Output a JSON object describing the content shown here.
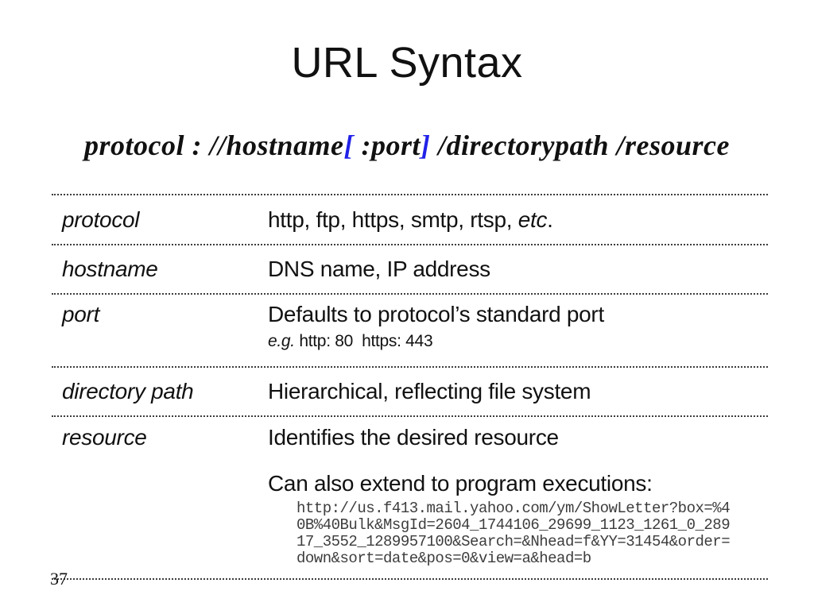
{
  "slide": {
    "title": "URL Syntax",
    "page_number": "37",
    "colors": {
      "text": "#111111",
      "bracket_blue": "#2121e8",
      "url_text": "#3d3d3d"
    },
    "formula": {
      "segments": [
        {
          "text": "protocol : //hostname",
          "role": "plain"
        },
        {
          "text": "[",
          "role": "bracket"
        },
        {
          "text": " :port",
          "role": "plain"
        },
        {
          "text": "]",
          "role": "bracket"
        },
        {
          "text": " /directorypath /resource",
          "role": "plain"
        }
      ]
    },
    "table": {
      "rows": {
        "protocol": {
          "term": "protocol",
          "definition_prefix": "http, ftp, https, smtp, rtsp, ",
          "definition_italic": "etc",
          "definition_suffix": "."
        },
        "hostname": {
          "term": "hostname",
          "definition": "DNS name, IP address"
        },
        "port": {
          "term": "port",
          "definition": "Defaults to protocol’s standard port",
          "example_prefix": "e.g.",
          "example": " http: 80  https: 443"
        },
        "directory_path": {
          "term": "directory path",
          "definition": "Hierarchical, reflecting file system"
        },
        "resource": {
          "term": "resource",
          "definition": "Identifies the desired resource",
          "extra": "Can also extend to program executions:",
          "url_lines": [
            "http://us.f413.mail.yahoo.com/ym/ShowLetter?box=%4",
            "0B%40Bulk&MsgId=2604_1744106_29699_1123_1261_0_289",
            "17_3552_1289957100&Search=&Nhead=f&YY=31454&order=",
            "down&sort=date&pos=0&view=a&head=b"
          ]
        }
      }
    }
  }
}
